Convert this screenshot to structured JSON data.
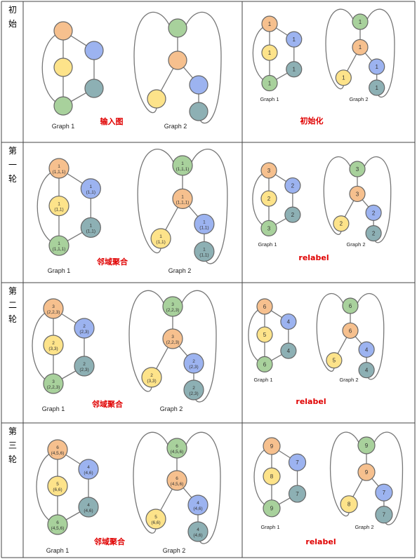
{
  "colors": {
    "orange": "#f6c08e",
    "blue": "#9cb3f0",
    "yellow": "#fde38a",
    "teal": "#8db0b4",
    "green": "#a8d19c",
    "edge": "#777777",
    "grid": "#444444",
    "caption": "#e00000"
  },
  "graph_labels": {
    "g1": "Graph 1",
    "g2": "Graph 2"
  },
  "rows": [
    {
      "stage": [
        "初",
        "始"
      ],
      "left_caption": "输入图",
      "right_caption": "初始化",
      "left": {
        "g1": {
          "top": "",
          "midleft": "",
          "bottom": "",
          "right_top": "",
          "right_bottom": ""
        },
        "g2": {
          "top": "",
          "mid": "",
          "left": "",
          "right_mid": "",
          "right_bottom": ""
        }
      },
      "right": {
        "g1": {
          "top": "1",
          "midleft": "1",
          "bottom": "1",
          "right_top": "1",
          "right_bottom": "1"
        },
        "g2": {
          "top": "1",
          "mid": "1",
          "left": "1",
          "right_mid": "1",
          "right_bottom": "1"
        }
      }
    },
    {
      "stage": [
        "第",
        "一",
        "轮"
      ],
      "left_caption": "邻域聚合",
      "right_caption": "relabel",
      "left": {
        "g1": {
          "top": "1\n(1,1,1)",
          "midleft": "1\n(1,1)",
          "bottom": "1\n(1,1,1)",
          "right_top": "1\n(1,1)",
          "right_bottom": "1\n(1,1)"
        },
        "g2": {
          "top": "1\n(1,1,1)",
          "mid": "1\n(1,1,1)",
          "left": "1\n(1,1)",
          "right_mid": "1\n(1,1)",
          "right_bottom": "1\n(1,1)"
        }
      },
      "right": {
        "g1": {
          "top": "3",
          "midleft": "2",
          "bottom": "3",
          "right_top": "2",
          "right_bottom": "2"
        },
        "g2": {
          "top": "3",
          "mid": "3",
          "left": "2",
          "right_mid": "2",
          "right_bottom": "2"
        }
      }
    },
    {
      "stage": [
        "第",
        "二",
        "轮"
      ],
      "left_caption": "邻域聚合",
      "right_caption": "relabel",
      "left": {
        "g1": {
          "top": "3\n(2,2,3)",
          "midleft": "2\n(3,3)",
          "bottom": "3\n(2,2,3)",
          "right_top": "2\n(2,3)",
          "right_bottom": "2\n(2,3)"
        },
        "g2": {
          "top": "3\n(2,2,3)",
          "mid": "3\n(2,2,3)",
          "left": "2\n(3,3)",
          "right_mid": "2\n(2,3)",
          "right_bottom": "2\n(2,3)"
        }
      },
      "right": {
        "g1": {
          "top": "6",
          "midleft": "5",
          "bottom": "6",
          "right_top": "4",
          "right_bottom": "4"
        },
        "g2": {
          "top": "6",
          "mid": "6",
          "left": "5",
          "right_mid": "4",
          "right_bottom": "4"
        }
      }
    },
    {
      "stage": [
        "第",
        "三",
        "轮"
      ],
      "left_caption": "邻域聚合",
      "right_caption": "relabel",
      "left": {
        "g1": {
          "top": "6\n(4,5,6)",
          "midleft": "5\n(6,6)",
          "bottom": "6\n(4,5,6)",
          "right_top": "4\n(4,6)",
          "right_bottom": "4\n(4,6)"
        },
        "g2": {
          "top": "6\n(4,5,6)",
          "mid": "6\n(4,5,6)",
          "left": "5\n(6,6)",
          "right_mid": "4\n(4,6)",
          "right_bottom": "4\n(4,6)"
        }
      },
      "right": {
        "g1": {
          "top": "9",
          "midleft": "8",
          "bottom": "9",
          "right_top": "7",
          "right_bottom": "7"
        },
        "g2": {
          "top": "9",
          "mid": "9",
          "left": "8",
          "right_mid": "7",
          "right_bottom": "7"
        }
      }
    }
  ]
}
